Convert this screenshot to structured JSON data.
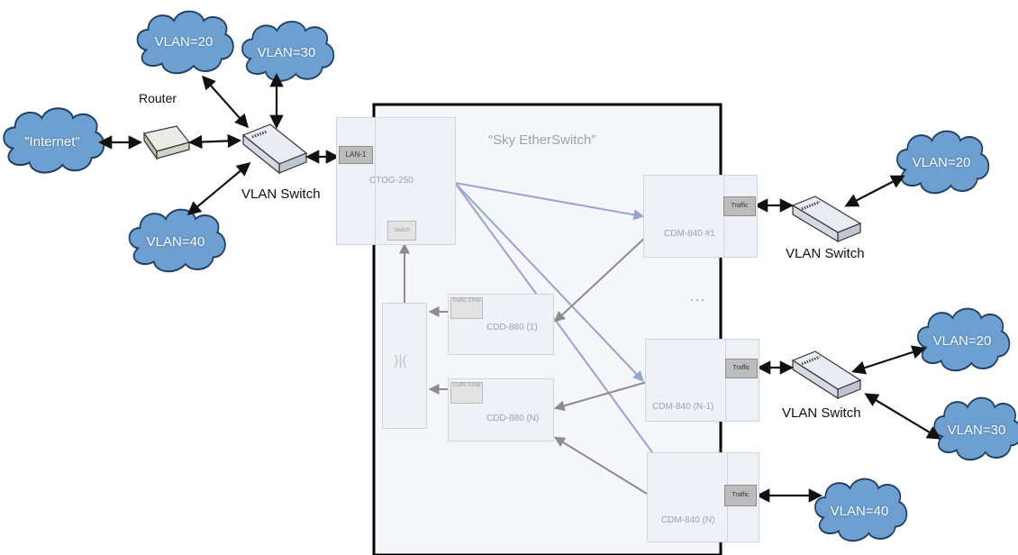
{
  "clouds": {
    "vlan20_top": "VLAN=20",
    "vlan30_top": "VLAN=30",
    "internet": "\"Internet\"",
    "vlan40_left": "VLAN=40",
    "vlan20_right": "VLAN=20",
    "vlan20_right2": "VLAN=20",
    "vlan30_right": "VLAN=30",
    "vlan40_right": "VLAN=40"
  },
  "labels": {
    "router": "Router",
    "vlan_switch_left": "VLAN Switch",
    "vlan_switch_right1": "VLAN Switch",
    "vlan_switch_right2": "VLAN Switch",
    "sky_etherswitch": "“Sky EtherSwitch”",
    "ellipsis": "...",
    "lan1": "LAN-1",
    "ctog": "CTOG-250",
    "switch": "Switch",
    "cdd_1": "CDD-880 (1)",
    "cdd_n": "CDD-880 (N)",
    "traffic_ether_1": "Traffic Ether",
    "traffic_ether_n": "Traffic Ether",
    "cdm_1": "CDM-840 #1",
    "cdm_n1": "CDM-840 (N-1)",
    "cdm_n": "CDM-840 (N)",
    "traffic_1": "Traffic",
    "traffic_2": "Traffic",
    "traffic_3": "Traffic"
  },
  "colors": {
    "cloud_fill": "#6d9fd0",
    "cloud_stroke": "#1f3f63",
    "black_arrow": "#111111",
    "grey_arrow": "#8c8c8c",
    "blue_arrow": "#97a4cf",
    "frame": "#000000"
  }
}
